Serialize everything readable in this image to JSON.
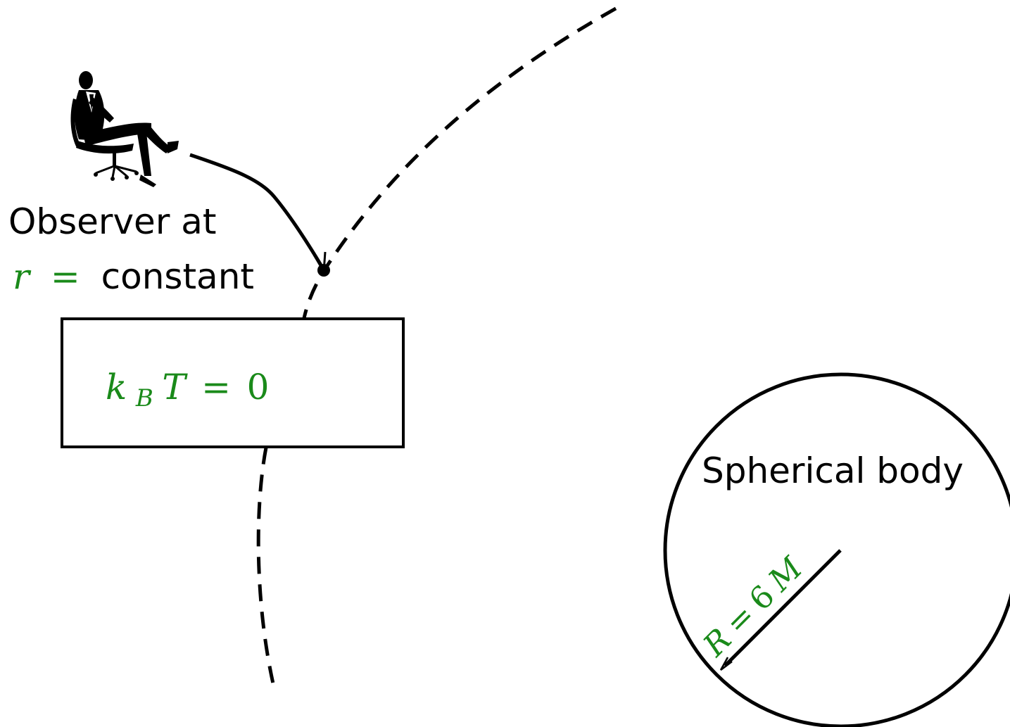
{
  "observer": {
    "label_line1": "Observer at",
    "label_var": "r",
    "label_eq": "=",
    "label_rest": "constant",
    "icon": "seated-man-in-chair-icon"
  },
  "box": {
    "k": "k",
    "sub": "B",
    "T": "T",
    "eq": "=",
    "zero": "0"
  },
  "body": {
    "label": "Spherical body",
    "radius_var": "R",
    "radius_eq": "=",
    "radius_val": "6",
    "radius_unit": "M"
  },
  "colors": {
    "math": "#1a8a1a",
    "ink": "#000000"
  }
}
